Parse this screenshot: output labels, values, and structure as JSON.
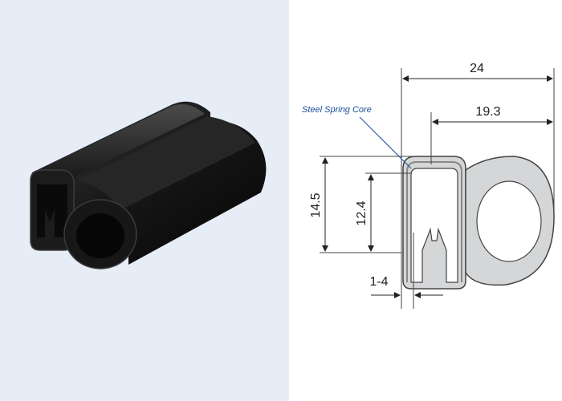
{
  "colors": {
    "left_background": "#e6edf7",
    "right_background": "#ffffff",
    "profile_fill": "#d4d6d8",
    "profile_stroke": "#444444",
    "annotation_blue": "#1a4d9c",
    "rubber_black": "#111111"
  },
  "diagram": {
    "annotation": "Steel Spring Core",
    "dimensions": {
      "overall_width": "24",
      "bulb_width": "19.3",
      "overall_height": "14.5",
      "channel_depth": "12.4",
      "flange_thickness": "1-4"
    }
  }
}
